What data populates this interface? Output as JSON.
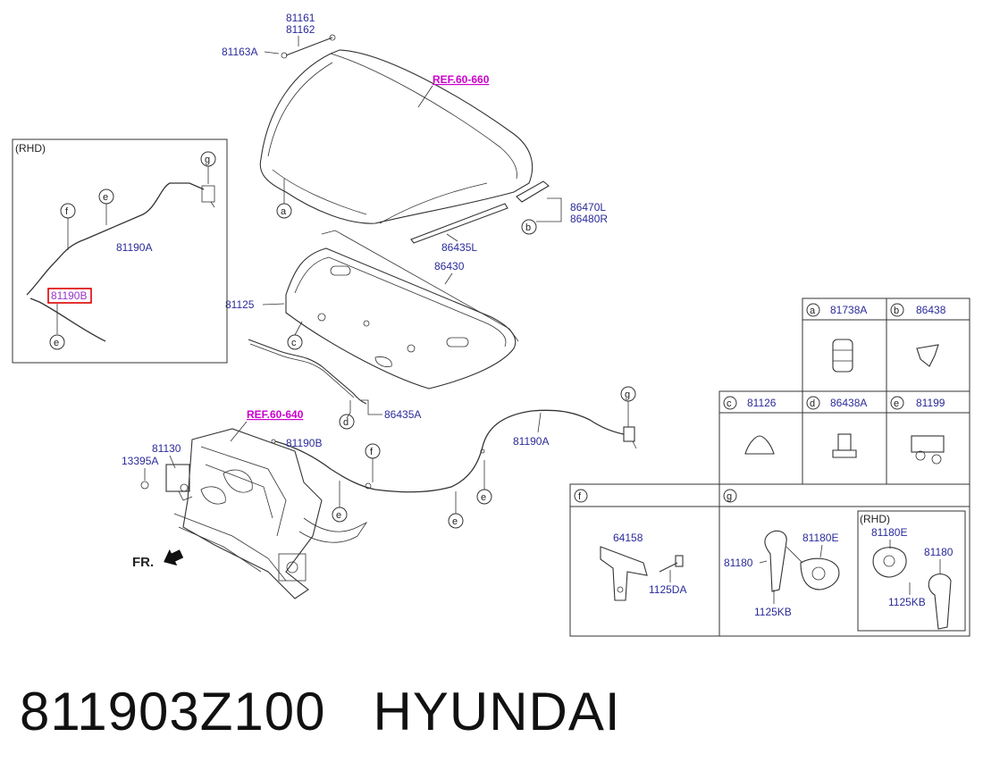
{
  "part_labels": {
    "p81161": "81161",
    "p81162": "81162",
    "p81163A": "81163A",
    "ref660": "REF.60-660",
    "p86470L": "86470L",
    "p86480R": "86480R",
    "p86435L": "86435L",
    "p86430": "86430",
    "p81125": "81125",
    "p86435A": "86435A",
    "ref640": "REF.60-640",
    "p81130": "81130",
    "p13395A": "13395A",
    "p81190B_main": "81190B",
    "p81190A_main": "81190A",
    "fr": "FR."
  },
  "rhd_box": {
    "title": "(RHD)",
    "cable_a": "81190A",
    "cable_b": "81190B"
  },
  "callouts": {
    "a": "a",
    "b": "b",
    "c": "c",
    "d": "d",
    "e": "e",
    "f": "f",
    "g": "g"
  },
  "legend": {
    "cells": [
      {
        "letter": "a",
        "part": "81738A"
      },
      {
        "letter": "b",
        "part": "86438"
      },
      {
        "letter": "c",
        "part": "81126"
      },
      {
        "letter": "d",
        "part": "86438A"
      },
      {
        "letter": "e",
        "part": "81199"
      }
    ],
    "f_panel": {
      "letter": "f",
      "parts": [
        "64158",
        "1125DA"
      ]
    },
    "g_panel": {
      "letter": "g",
      "parts": [
        "81180E",
        "81180",
        "1125KB"
      ],
      "rhd": {
        "title": "(RHD)",
        "parts": [
          "81180E",
          "81180",
          "1125KB"
        ]
      }
    }
  },
  "caption": {
    "part_number": "811903Z100",
    "brand": "HYUNDAI"
  }
}
